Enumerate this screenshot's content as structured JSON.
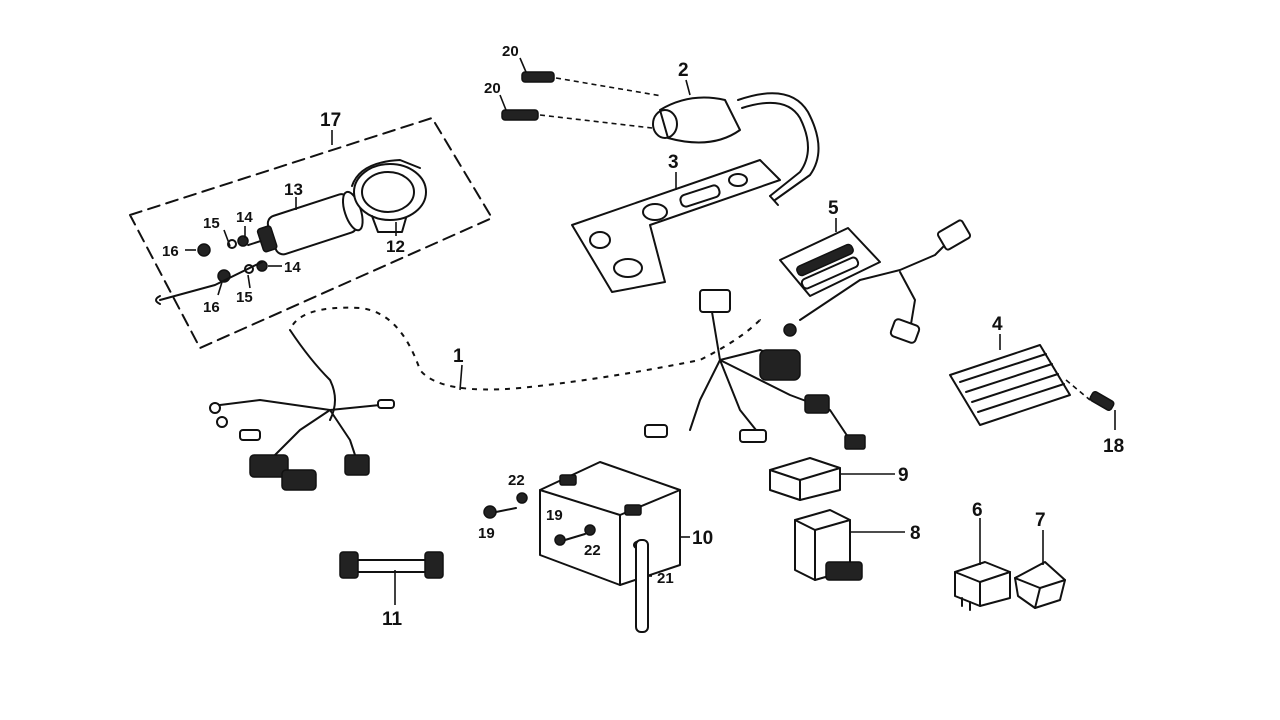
{
  "labels": {
    "p1": "1",
    "p2": "2",
    "p3": "3",
    "p4": "4",
    "p5": "5",
    "p6": "6",
    "p7": "7",
    "p8": "8",
    "p9": "9",
    "p10": "10",
    "p11": "11",
    "p12": "12",
    "p13": "13",
    "p14a": "14",
    "p14b": "14",
    "p15a": "15",
    "p15b": "15",
    "p16a": "16",
    "p16b": "16",
    "p17": "17",
    "p18": "18",
    "p19a": "19",
    "p19b": "19",
    "p20a": "20",
    "p20b": "20",
    "p21": "21",
    "p22a": "22",
    "p22b": "22"
  },
  "colors": {
    "line": "#111111",
    "background": "#ffffff"
  }
}
